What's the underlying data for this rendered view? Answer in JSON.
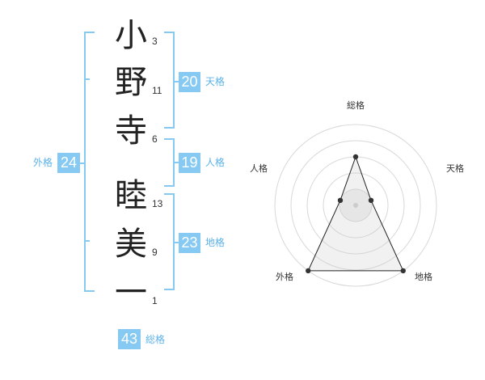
{
  "accent_color": "#86c9f2",
  "label_color": "#5cb2e8",
  "name_chars": [
    {
      "char": "小",
      "strokes": "3"
    },
    {
      "char": "野",
      "strokes": "11"
    },
    {
      "char": "寺",
      "strokes": "6"
    },
    {
      "char": "睦",
      "strokes": "13"
    },
    {
      "char": "美",
      "strokes": "9"
    },
    {
      "char": "一",
      "strokes": "1"
    }
  ],
  "scores": {
    "tenkaku": {
      "value": "20",
      "label": "天格"
    },
    "jinkaku": {
      "value": "19",
      "label": "人格"
    },
    "chikaku": {
      "value": "23",
      "label": "地格"
    },
    "gaikaku": {
      "value": "24",
      "label": "外格"
    },
    "soukaku": {
      "value": "43",
      "label": "総格"
    }
  },
  "chart_data": {
    "type": "radar",
    "axes": [
      "総格",
      "天格",
      "地格",
      "外格",
      "人格"
    ],
    "rings": 5,
    "range": [
      0,
      5
    ],
    "values": [
      3,
      1,
      5,
      5,
      1
    ]
  }
}
